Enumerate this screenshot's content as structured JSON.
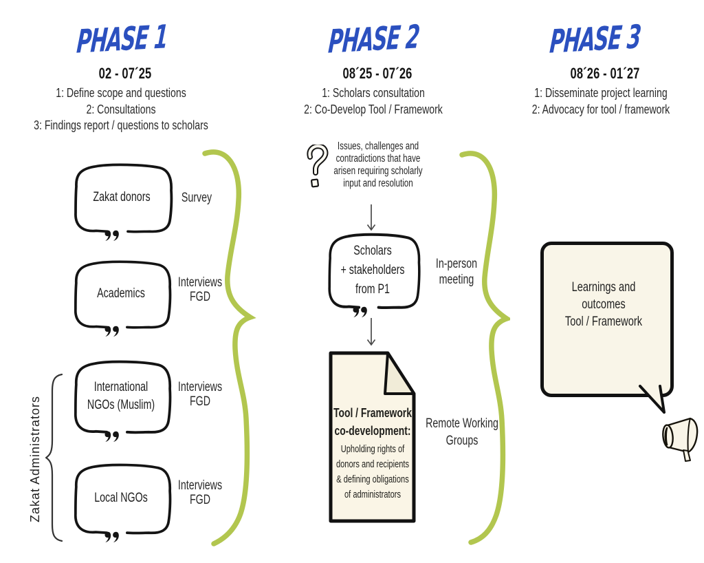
{
  "colors": {
    "accent_blue": "#2b50bf",
    "accent_green": "#b2c64f",
    "cream": "#f9f5e8",
    "ink": "#141414"
  },
  "columns": [
    {
      "title": "PHASE 1",
      "dates": "02 - 07´25",
      "items": [
        "1: Define scope and questions",
        "2: Consultations",
        "3: Findings report / questions to scholars"
      ]
    },
    {
      "title": "PHASE 2",
      "dates": "08´25 - 07´26",
      "items": [
        "1: Scholars consultation",
        "2: Co-Develop Tool / Framework"
      ]
    },
    {
      "title": "PHASE 3",
      "dates": "08´26 - 01´27",
      "items": [
        "1: Disseminate project learning",
        "2: Advocacy for tool / framework"
      ]
    }
  ],
  "phase1": {
    "group_label": "Zakat Administrators",
    "bubbles": [
      {
        "lines": [
          "Zakat donors"
        ],
        "method": [
          "Survey"
        ]
      },
      {
        "lines": [
          "Academics"
        ],
        "method": [
          "Interviews",
          "FGD"
        ]
      },
      {
        "lines": [
          "International",
          "NGOs (Muslim)"
        ],
        "method": [
          "Interviews",
          "FGD"
        ]
      },
      {
        "lines": [
          "Local NGOs"
        ],
        "method": [
          "Interviews",
          "FGD"
        ]
      }
    ]
  },
  "phase2": {
    "issue_lines": [
      "Issues, challenges and",
      "contradictions that have",
      "arisen requiring scholarly",
      "input and resolution"
    ],
    "bubble_lines": [
      "Scholars",
      "+ stakeholders",
      "from P1"
    ],
    "meeting_lines": [
      "In-person",
      "meeting"
    ],
    "doc_title_lines": [
      "Tool / Framework",
      "co-development:"
    ],
    "doc_body_lines": [
      "Upholding rights of",
      "donors and recipients",
      "& defining obligations",
      "of administrators"
    ],
    "remote_lines": [
      "Remote Working",
      "Groups"
    ]
  },
  "phase3": {
    "bubble_lines": [
      "Learnings and",
      "outcomes",
      "Tool / Framework"
    ]
  }
}
